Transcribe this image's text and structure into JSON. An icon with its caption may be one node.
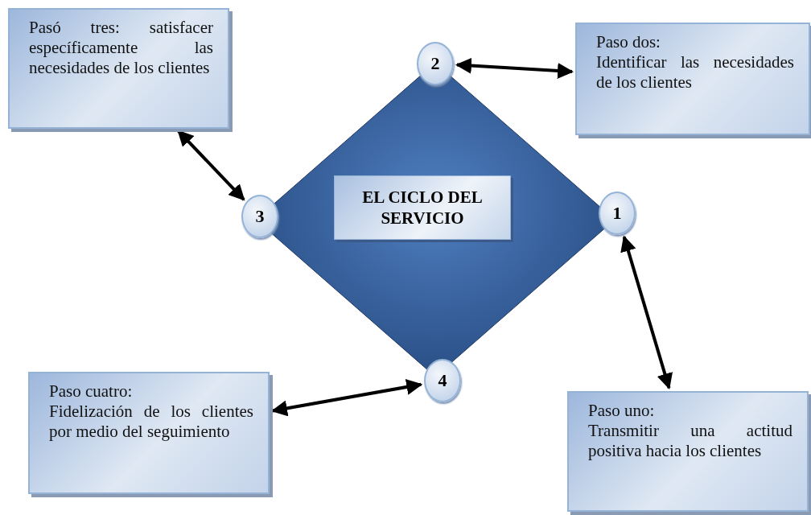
{
  "diagram": {
    "nodes": [
      {
        "text": [
          "Pasó tres: satisfacer específicamente las necesidades de los clientes"
        ]
      },
      {
        "text": [
          "2"
        ]
      },
      {
        "text": [
          "Paso dos:",
          "Identificar las necesidades de los clientes"
        ]
      },
      {
        "text": [],
        "shape": "diamond"
      },
      {
        "text": [
          "EL CICLO DEL SERVICIO"
        ],
        "in": 3
      },
      {
        "text": [
          "3"
        ]
      },
      {
        "text": [
          "1"
        ]
      },
      {
        "text": [
          "4"
        ]
      },
      {
        "text": [
          "Paso cuatro:",
          "Fidelización de los clientes por medio del seguimiento"
        ]
      },
      {
        "text": [
          "Paso uno:",
          "Transmitir una actitud positiva hacia los clientes"
        ]
      }
    ],
    "edges": [
      {
        "from": 1,
        "to": 2,
        "arrow": "both"
      },
      {
        "from": 5,
        "to": 0,
        "arrow": "both"
      },
      {
        "from": 6,
        "to": 9,
        "arrow": "both"
      },
      {
        "from": 7,
        "to": 8,
        "arrow": "both"
      }
    ]
  }
}
